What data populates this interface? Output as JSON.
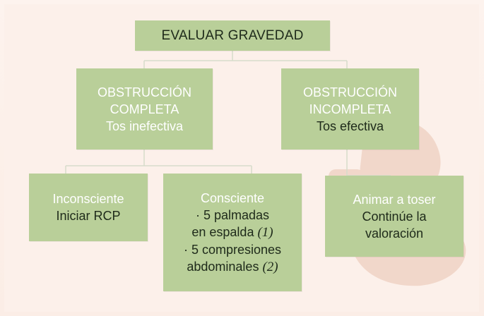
{
  "top": {
    "label": "EVALUAR GRAVEDAD"
  },
  "complete": {
    "line1": "OBSTRUCCIÓN",
    "line2": "COMPLETA",
    "line3": "Tos inefectiva"
  },
  "incomplete": {
    "line1": "OBSTRUCCIÓN",
    "line2": "INCOMPLETA",
    "line3": "Tos efectiva"
  },
  "unconscious": {
    "line1": "Inconsciente",
    "line2": "Iniciar RCP"
  },
  "conscious": {
    "title": "Consciente",
    "item1a": "· 5 palmadas",
    "item1b": "en espalda",
    "ref1": "(1)",
    "item2a": "· 5 compresiones",
    "item2b": "abdominales",
    "ref2": "(2)"
  },
  "cough": {
    "line1": "Animar a toser",
    "line2": "Continúe la",
    "line3": "valoración"
  },
  "colors": {
    "box_fill": "#b9cf99",
    "box_text_light": "#ffffff",
    "box_text_dark": "#1e2a1a",
    "background": "#fcf0ea",
    "connector": "#cfd6c4"
  }
}
